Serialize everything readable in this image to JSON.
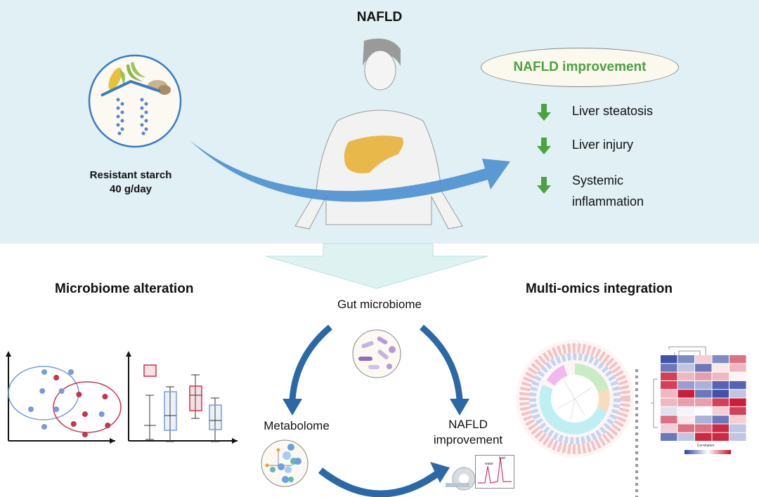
{
  "top": {
    "title": "NAFLD",
    "intervention": {
      "line1": "Resistant starch",
      "line2": "40 g/day"
    },
    "outcome_title": "NAFLD improvement",
    "effects": [
      {
        "direction": "down",
        "label": "Liver steatosis"
      },
      {
        "direction": "down",
        "label": "Liver injury"
      },
      {
        "direction": "down",
        "label_line1": "Systemic",
        "label_line2": "inflammation"
      }
    ]
  },
  "bottom": {
    "left_title": "Microbiome alteration",
    "right_title": "Multi-omics integration",
    "cycle": {
      "top": "Gut microbiome",
      "left": "Metabolome",
      "right_line1": "NAFLD",
      "right_line2": "improvement"
    },
    "spectrum_labels": {
      "peak1": "water",
      "peak2": "lipid"
    },
    "heatmap_legend": "Correlation"
  },
  "colors": {
    "panel_bg": "#e0f0f5",
    "arrow_blue": "#4a8fd0",
    "cycle_blue": "#2a68a8",
    "green": "#4aa340",
    "red": "#c8344f",
    "blue_group": "#7b9bd6"
  }
}
